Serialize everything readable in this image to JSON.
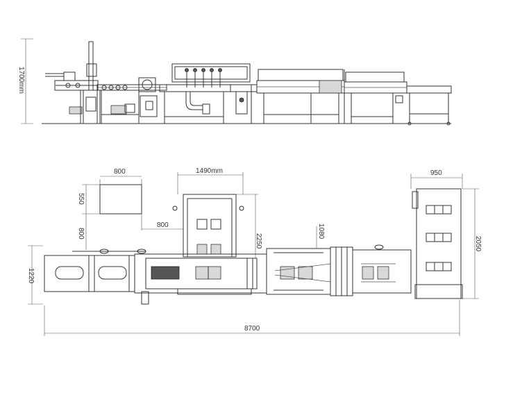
{
  "side_view": {
    "height_label": "1700mm"
  },
  "plan_view": {
    "dims": {
      "top_width_left": "800",
      "top_width_middle": "1490mm",
      "top_width_right": "950",
      "depth_550": "550",
      "depth_800": "800",
      "offset_800": "800",
      "module_2250": "2250",
      "module_1080": "1080",
      "conveyor_1220": "1220",
      "right_2050": "2050",
      "overall_length": "8700"
    }
  }
}
